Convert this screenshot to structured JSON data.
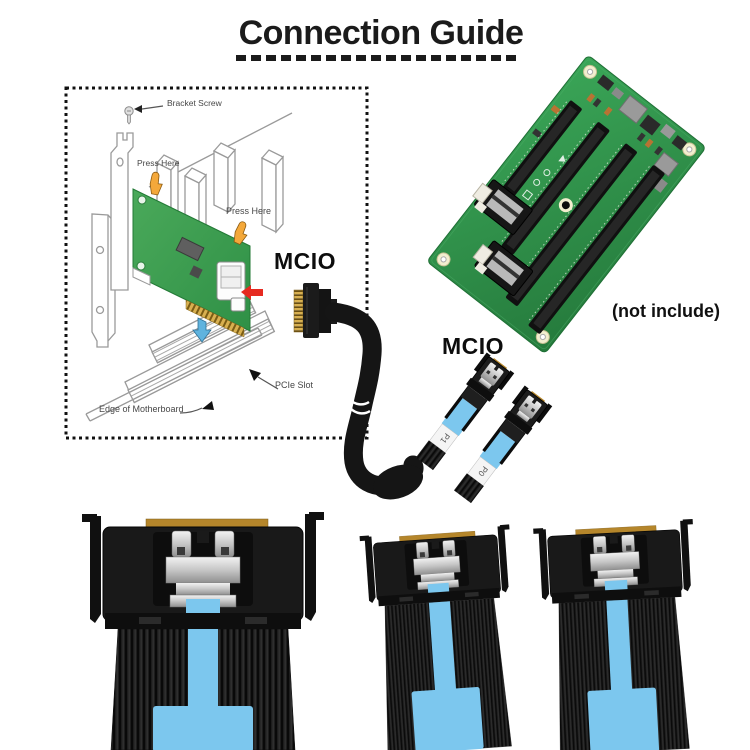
{
  "title": "Connection Guide",
  "diagram_box": {
    "labels": {
      "bracket_screw": "Bracket Screw",
      "press_here_top": "Press Here",
      "press_here_side": "Press Here",
      "pcie_slot": "PCIe Slot",
      "edge_of_motherboard": "Edge of Motherboard"
    },
    "mcio_label": "MCIO"
  },
  "backplane": {
    "availability_note": "(not include)"
  },
  "cables": {
    "mcio_label": "MCIO",
    "port_labels": [
      "P1",
      "P0"
    ]
  },
  "colors": {
    "text": "#1b1b1b",
    "small_label_text": "#474747",
    "card_green": "#3fa252",
    "pcb_green": "#2f9149",
    "slot_black": "#141414",
    "pull_tab_blue": "#7cc7ee",
    "gold_edge": "#b5862b",
    "arrow_red": "#e62a20",
    "clip_orange": "#f4a83a",
    "clip_blue": "#5fb3de",
    "line_art_gray": "#9a9a9a"
  }
}
